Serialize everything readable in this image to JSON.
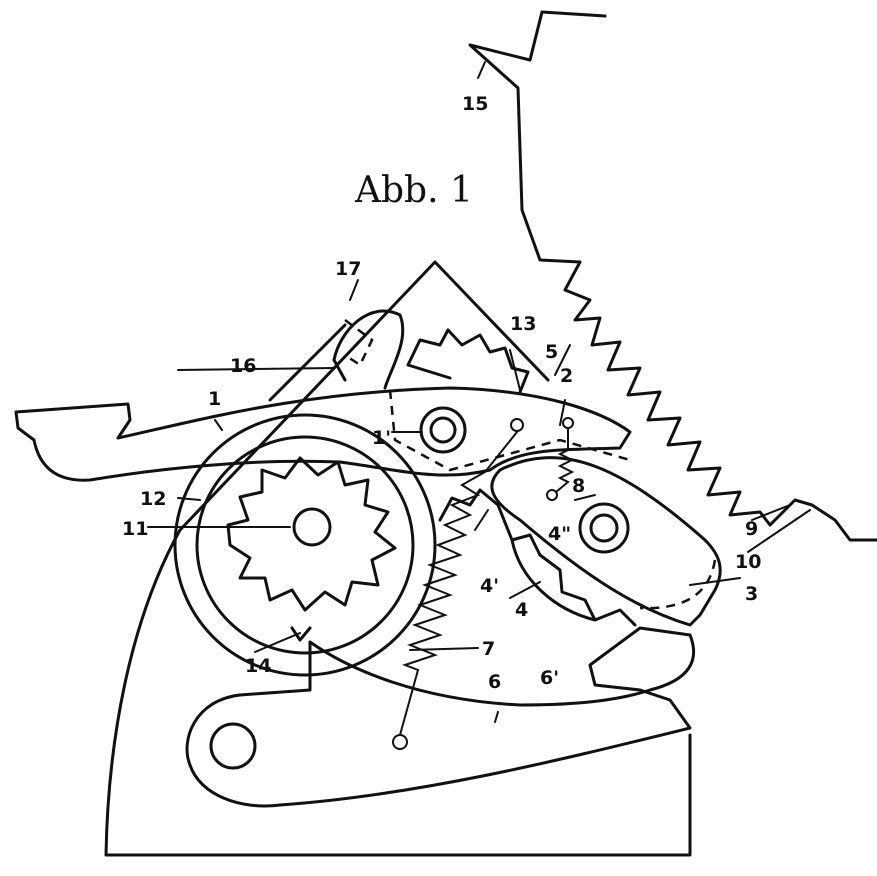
{
  "figure": {
    "title": "Abb. 1",
    "ink_color": "#111111",
    "paper_color": "#ffffff"
  },
  "labels": {
    "l1": "1",
    "l1p": "1'",
    "l2": "2",
    "l3": "3",
    "l4": "4",
    "l4p": "4'",
    "l4pp": "4\"",
    "l5": "5",
    "l6": "6",
    "l6p": "6'",
    "l7": "7",
    "l8": "8",
    "l9": "9",
    "l10": "10",
    "l11": "11",
    "l12": "12",
    "l13": "13",
    "l14": "14",
    "l15": "15",
    "l16": "16",
    "l17": "17"
  }
}
